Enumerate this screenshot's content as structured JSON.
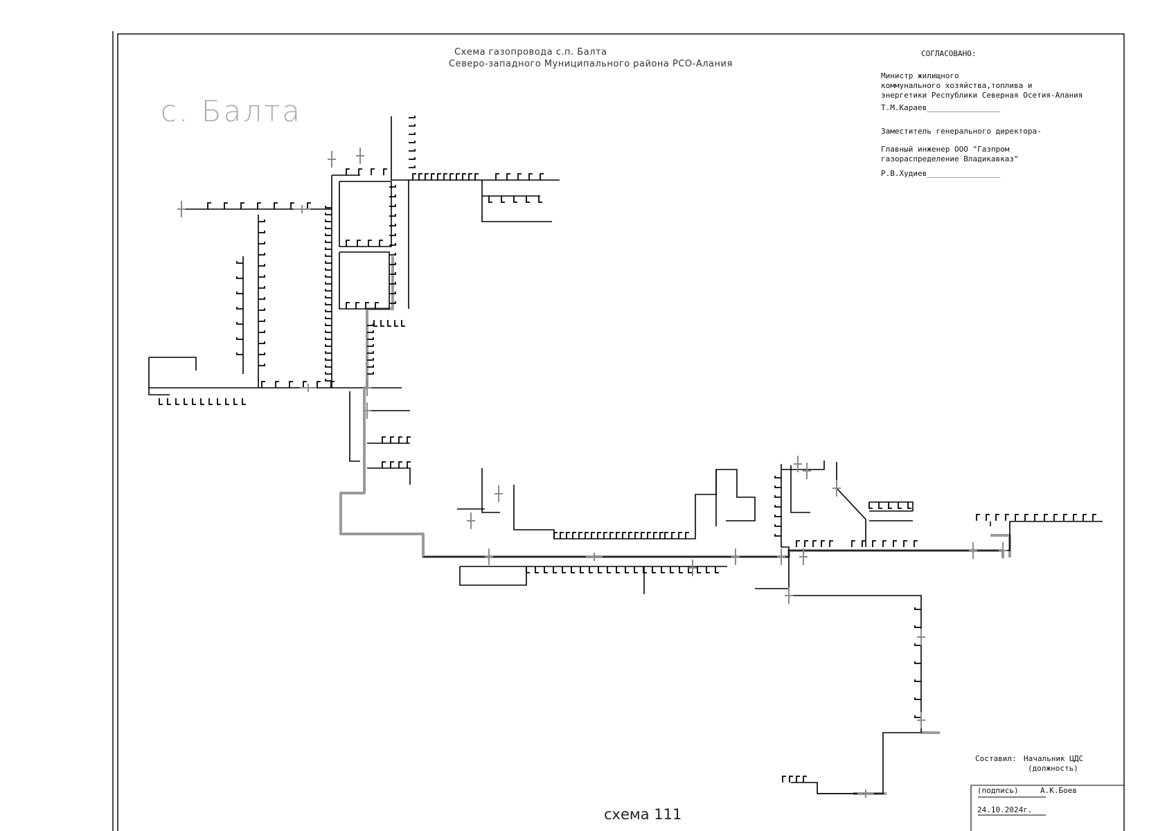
{
  "header": {
    "title_line1": "Схема газопровода с.п. Балта",
    "title_line2": "Северо-западного Муниципального района РСО-Алания"
  },
  "settlement_label": "с. Балта",
  "approval": {
    "heading": "СОГЛАСОВАНО:",
    "line1": "Министр жилищного",
    "line2": "коммунального  хозяйства,топлива и",
    "line3": "энергетики Республики Северная Осетия-Алания",
    "signer1": "Т.М.Караев________________",
    "line4": "Заместитель генерального директора-",
    "line5": "Главный инженер  ООО \"Газпром",
    "line6": "газораспределение Владикавказ\"",
    "signer2": "Р.В.Худиев________________"
  },
  "stamp": {
    "composed_label": "Составил:",
    "position_value": "Начальник ЦДС",
    "position_caption": "(должность)",
    "signature_caption": "(подпись)",
    "author": "А.К.Боев",
    "date": "24.10.2024г."
  },
  "scheme_number": "схема 111",
  "colors": {
    "main_pipe": "#000000",
    "highlight_pipe": "#9a9a9a",
    "frame": "#000000",
    "settlement_text": "#aaaaaa"
  }
}
